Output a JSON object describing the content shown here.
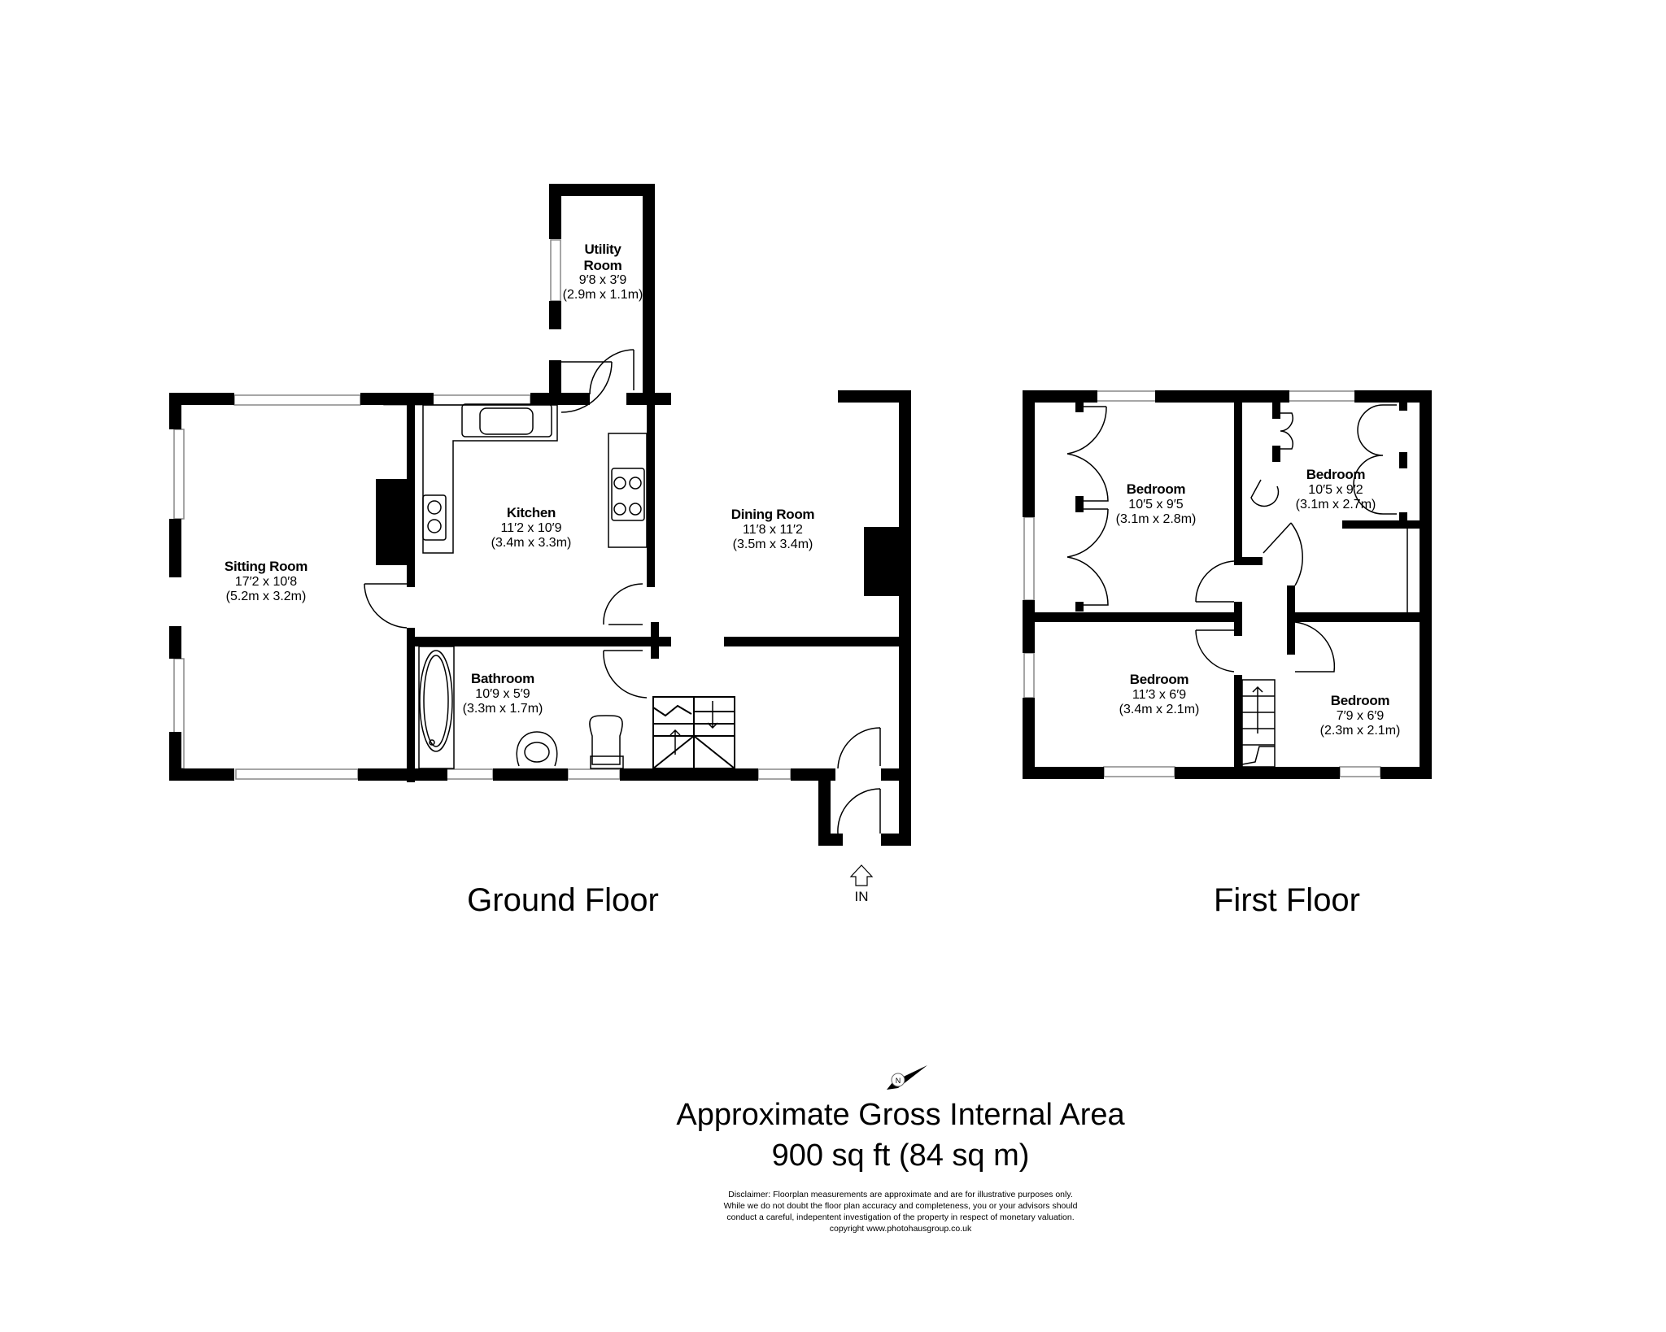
{
  "floors": {
    "ground": {
      "title": "Ground Floor",
      "entrance_label": "IN",
      "rooms": [
        {
          "name": "Utility",
          "name2": "Room",
          "imperial": "9′8 x 3′9",
          "metric": "(2.9m x 1.1m)"
        },
        {
          "name": "Kitchen",
          "imperial": "11′2 x 10′9",
          "metric": "(3.4m x 3.3m)"
        },
        {
          "name": "Sitting Room",
          "imperial": "17′2 x 10′8",
          "metric": "(5.2m x 3.2m)"
        },
        {
          "name": "Dining Room",
          "imperial": "11′8 x 11′2",
          "metric": "(3.5m x 3.4m)"
        },
        {
          "name": "Bathroom",
          "imperial": "10′9 x 5′9",
          "metric": "(3.3m x 1.7m)"
        }
      ]
    },
    "first": {
      "title": "First Floor",
      "rooms": [
        {
          "name": "Bedroom",
          "imperial": "10′5 x 9′5",
          "metric": "(3.1m x 2.8m)"
        },
        {
          "name": "Bedroom",
          "imperial": "10′5 x 9′2",
          "metric": "(3.1m x 2.7m)"
        },
        {
          "name": "Bedroom",
          "imperial": "11′3 x 6′9",
          "metric": "(3.4m x 2.1m)"
        },
        {
          "name": "Bedroom",
          "imperial": "7′9 x 6′9",
          "metric": "(2.3m x 2.1m)"
        }
      ]
    }
  },
  "summary": {
    "title": "Approximate Gross Internal Area",
    "area": "900 sq ft (84 sq m)",
    "compass_label": "N",
    "disclaimer": [
      "Disclaimer: Floorplan measurements are approximate and are for illustrative purposes only.",
      "While we do not doubt the floor plan accuracy and completeness, you or your advisors should",
      "conduct a careful, indepentent investigation of the property in respect of monetary valuation.",
      "copyright www.photohausgroup.co.uk"
    ]
  },
  "colors": {
    "wall": "#000000",
    "background": "#ffffff",
    "window": "#999999"
  }
}
